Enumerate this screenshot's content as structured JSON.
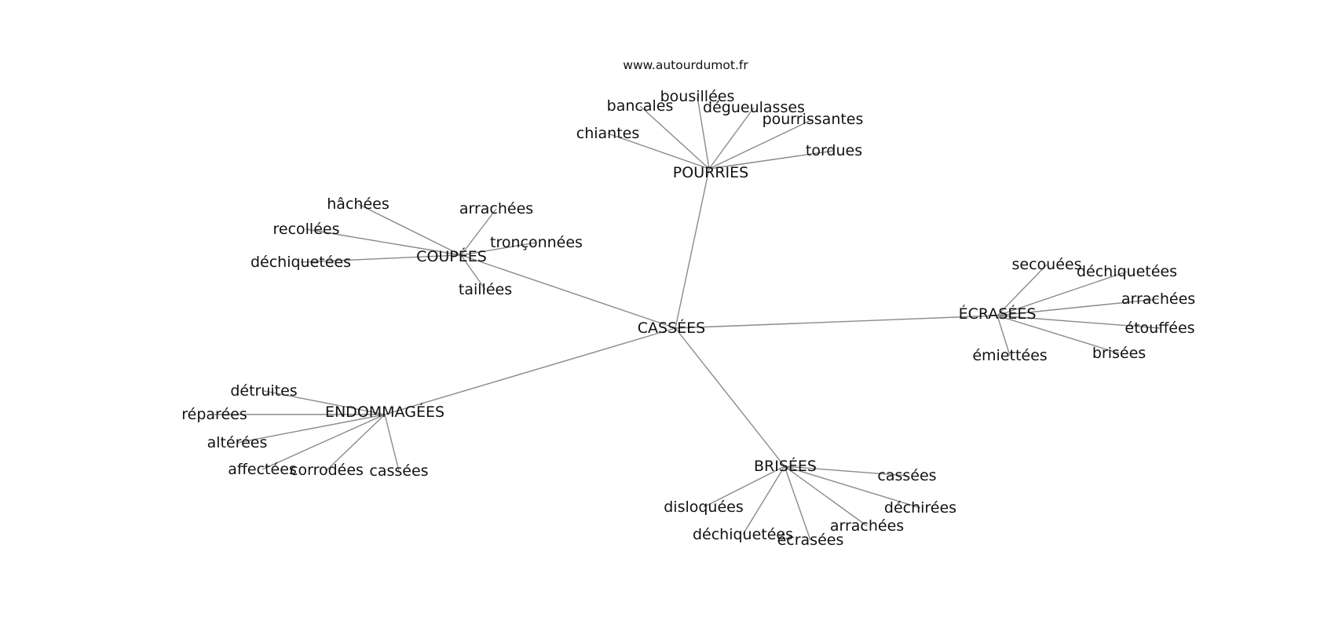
{
  "site_label": "www.autourdumot.fr",
  "center": {
    "id": "casses",
    "label": "CASSÉES"
  },
  "hubs": [
    {
      "id": "pourries",
      "label": "POURRIES",
      "leaves": [
        "chiantes",
        "bancales",
        "bousillées",
        "dégueulasses",
        "pourrissantes",
        "tordues"
      ]
    },
    {
      "id": "coupees",
      "label": "COUPÉES",
      "leaves": [
        "hâchées",
        "recollées",
        "déchiquetées",
        "arrachées",
        "tronçonnées",
        "taillées"
      ]
    },
    {
      "id": "ecrasees",
      "label": "ÉCRASÉES",
      "leaves": [
        "secouées",
        "déchiquetées",
        "arrachées",
        "étouffées",
        "brisées",
        "émiettées"
      ]
    },
    {
      "id": "endommagees",
      "label": "ENDOMMAGÉES",
      "leaves": [
        "détruites",
        "réparées",
        "altérées",
        "affectées",
        "corrodées",
        "cassées"
      ]
    },
    {
      "id": "brisees",
      "label": "BRISÉES",
      "leaves": [
        "cassées",
        "déchirées",
        "arrachées",
        "écrasées",
        "déchiquetées",
        "disloquées"
      ]
    }
  ]
}
